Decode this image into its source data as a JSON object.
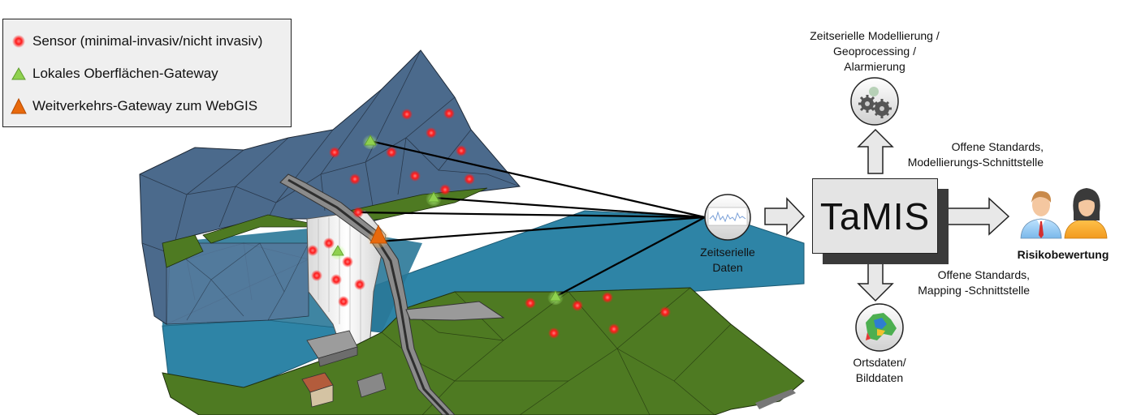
{
  "legend": {
    "sensor_label": "Sensor (minimal-invasiv/nicht invasiv)",
    "local_gateway_label": "Lokales Oberflächen-Gateway",
    "wide_gateway_label": "Weitverkehrs-Gateway zum WebGIS"
  },
  "flow": {
    "timeseries_label_line1": "Zeitserielle",
    "timeseries_label_line2": "Daten",
    "tamis_label": "TaMIS",
    "modeling_label_line1": "Zeitserielle Modellierung /",
    "modeling_label_line2": "Geoprocessing /",
    "modeling_label_line3": "Alarmierung",
    "open_standards_modeling_line1": "Offene Standards,",
    "open_standards_modeling_line2": "Modellierungs-Schnittstelle",
    "open_standards_mapping_line1": "Offene Standards,",
    "open_standards_mapping_line2": "Mapping -Schnittstelle",
    "spatial_label_line1": "Ortsdaten/",
    "spatial_label_line2": "Bilddaten",
    "risk_label": "Risikobewertung"
  },
  "colors": {
    "sensor": "#e01010",
    "local_gateway": "#8fd14f",
    "wide_gateway": "#e8690c",
    "terrain_rock": "#4b6a8c",
    "terrain_grass": "#4e7a22",
    "water": "#2c7fa0",
    "box_fill": "#e4e4e4"
  }
}
